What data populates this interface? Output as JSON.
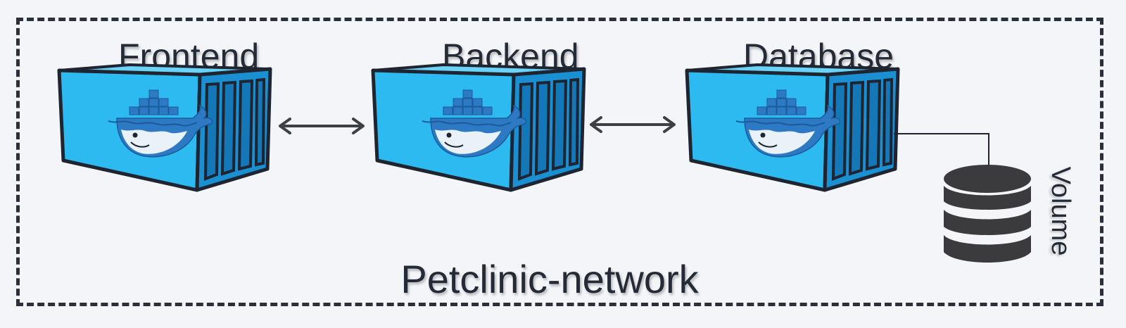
{
  "diagram": {
    "network_label": "Petclinic-network",
    "nodes": [
      {
        "id": "frontend",
        "label": "Frontend",
        "icon": "docker-whale-icon"
      },
      {
        "id": "backend",
        "label": "Backend",
        "icon": "docker-whale-icon"
      },
      {
        "id": "database",
        "label": "Database",
        "icon": "docker-whale-icon"
      }
    ],
    "volume": {
      "label": "Volume",
      "icon": "database-cylinder-icon"
    },
    "edges": [
      {
        "from": "frontend",
        "to": "backend",
        "direction": "bidirectional"
      },
      {
        "from": "backend",
        "to": "database",
        "direction": "bidirectional"
      },
      {
        "from": "database",
        "to": "volume",
        "direction": "none"
      }
    ],
    "colors": {
      "container_front": "#2cbaf0",
      "container_side": "#1a8fd1",
      "container_top": "#6ad3f7",
      "whale": "#2d79c3",
      "outline": "#1e2430",
      "background": "#f3f5f9"
    }
  }
}
